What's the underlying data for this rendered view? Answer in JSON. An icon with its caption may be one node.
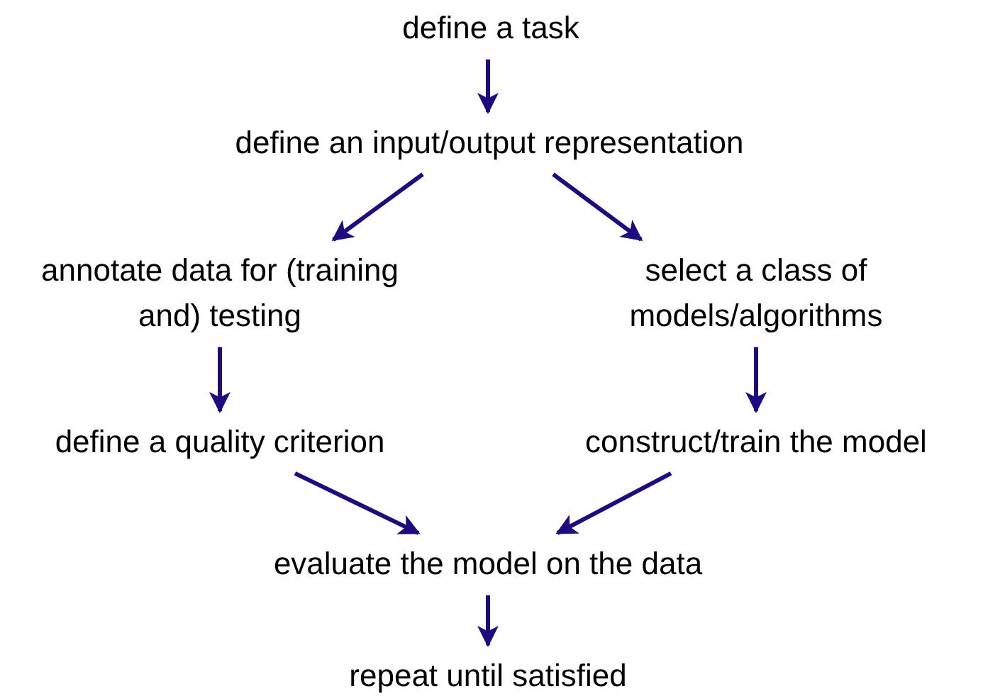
{
  "diagram": {
    "nodes": [
      {
        "text": [
          "define a task"
        ]
      },
      {
        "text": [
          "define an input/output representation"
        ]
      },
      {
        "text": [
          "annotate data for (training and) testing"
        ]
      },
      {
        "text": [
          "select a class of models/algorithms"
        ]
      },
      {
        "text": [
          "define a quality criterion"
        ]
      },
      {
        "text": [
          "construct/train the model"
        ]
      },
      {
        "text": [
          "evaluate the model on the data"
        ]
      },
      {
        "text": [
          "repeat until satisfied"
        ]
      }
    ],
    "edges": [
      {
        "from": 0,
        "to": 1,
        "arrow": "to"
      },
      {
        "from": 1,
        "to": 2,
        "arrow": "to"
      },
      {
        "from": 1,
        "to": 3,
        "arrow": "to"
      },
      {
        "from": 2,
        "to": 4,
        "arrow": "to"
      },
      {
        "from": 3,
        "to": 5,
        "arrow": "to"
      },
      {
        "from": 4,
        "to": 6,
        "arrow": "to"
      },
      {
        "from": 5,
        "to": 6,
        "arrow": "to"
      },
      {
        "from": 6,
        "to": 7,
        "arrow": "to"
      }
    ]
  }
}
